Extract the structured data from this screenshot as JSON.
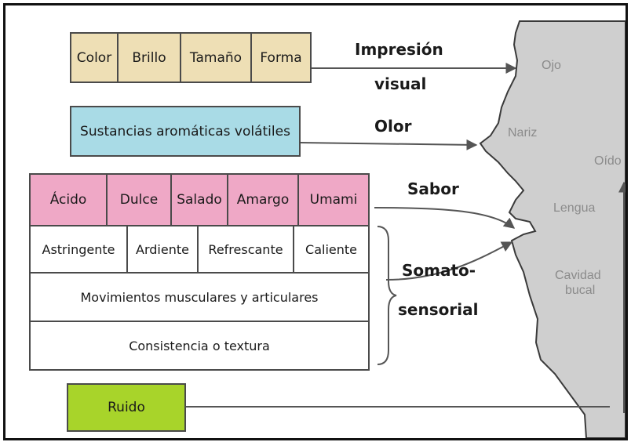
{
  "visual": {
    "items": [
      "Color",
      "Brillo",
      "Tamaño",
      "Forma"
    ],
    "label_line1": "Impresión",
    "label_line2": "visual"
  },
  "smell": {
    "item": "Sustancias aromáticas volátiles",
    "label": "Olor"
  },
  "taste": {
    "items": [
      "Ácido",
      "Dulce",
      "Salado",
      "Amargo",
      "Umami"
    ],
    "label": "Sabor"
  },
  "somato": {
    "row1": [
      "Astringente",
      "Ardiente",
      "Refrescante",
      "Caliente"
    ],
    "row2": "Movimientos musculares y articulares",
    "row3": "Consistencia o textura",
    "label_line1": "Somato-",
    "label_line2": "sensorial"
  },
  "noise": {
    "item": "Ruido"
  },
  "face": {
    "eye": "Ojo",
    "nose": "Nariz",
    "ear": "Oído",
    "tongue": "Lengua",
    "mouth_line1": "Cavidad",
    "mouth_line2": "bucal"
  },
  "colors": {
    "tan": "#eedfb5",
    "blue": "#a9dbe6",
    "pink": "#efa8c6",
    "green": "#a8d42a",
    "face": "#cfcfcf"
  }
}
